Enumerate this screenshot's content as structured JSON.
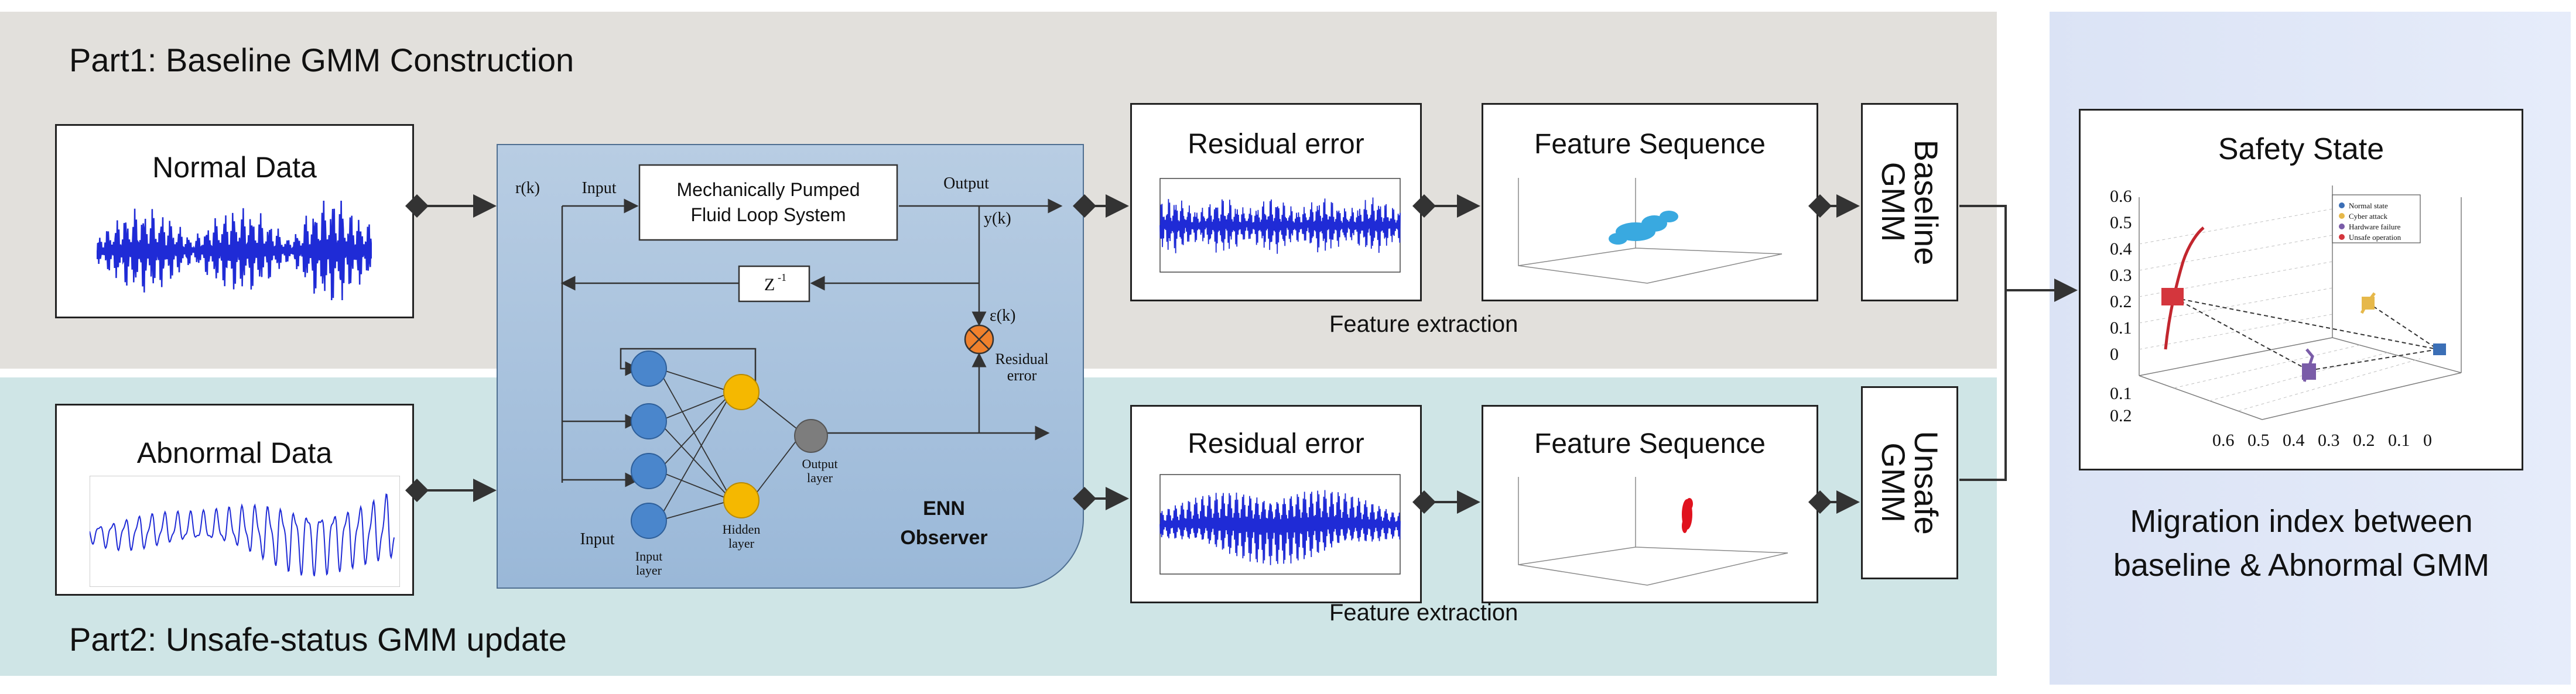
{
  "part1": {
    "title": "Part1: Baseline GMM Construction"
  },
  "part2": {
    "title": "Part2: Unsafe-status GMM update"
  },
  "normal_data": {
    "title": "Normal Data"
  },
  "abnormal_data": {
    "title": "Abnormal Data"
  },
  "observer": {
    "system_label_1": "Mechanically Pumped",
    "system_label_2": "Fluid Loop System",
    "input_label": "Input",
    "output_label": "Output",
    "rk": "r(k)",
    "yk": "y(k)",
    "delay": "Z",
    "delay_sup": "-1",
    "ek": "ε(k)",
    "residual_1": "Residual",
    "residual_2": "error",
    "input_layer_1": "Input",
    "input_layer_2": "layer",
    "hidden_layer_1": "Hidden",
    "hidden_layer_2": "layer",
    "output_layer_1": "Output",
    "output_layer_2": "layer",
    "input_bottom": "Input",
    "enn_1": "ENN",
    "enn_2": "Observer"
  },
  "residual_top": {
    "title": "Residual error"
  },
  "residual_bottom": {
    "title": "Residual error"
  },
  "feature_top": {
    "title": "Feature Sequence"
  },
  "feature_bottom": {
    "title": "Feature Sequence"
  },
  "feature_extraction_top": "Feature extraction",
  "feature_extraction_bottom": "Feature extraction",
  "baseline_gmm": "Baseline\nGMM",
  "unsafe_gmm": "Unsafe\nGMM",
  "safety": {
    "title": "Safety State",
    "y_ticks": [
      "0.6",
      "0.5",
      "0.4",
      "0.3",
      "0.2",
      "0.1",
      "0"
    ],
    "x_ticks": [
      "0.6",
      "0.5",
      "0.4",
      "0.3",
      "0.2",
      "0.1",
      "0"
    ],
    "z_ticks": [
      "0.1",
      "0.2"
    ],
    "legend": [
      "Normal state",
      "Cyber attack",
      "Hardware failure",
      "Unsafe operation"
    ],
    "legend_colors": [
      "#3b6fb6",
      "#e6b84a",
      "#7a5ca8",
      "#d4363d"
    ]
  },
  "migration_caption_1": "Migration index between",
  "migration_caption_2": "baseline & Abnormal GMM",
  "colors": {
    "part1_bg": "#e2e0dc",
    "part2_bg": "#cfe5e6",
    "right_bg": "#dde4f7",
    "observer_bg": "#a9c3de",
    "neuron_blue": "#4a86cc",
    "neuron_yellow": "#f5b800",
    "neuron_gray": "#7d7d7d",
    "signal_blue": "#1f2bd6"
  }
}
